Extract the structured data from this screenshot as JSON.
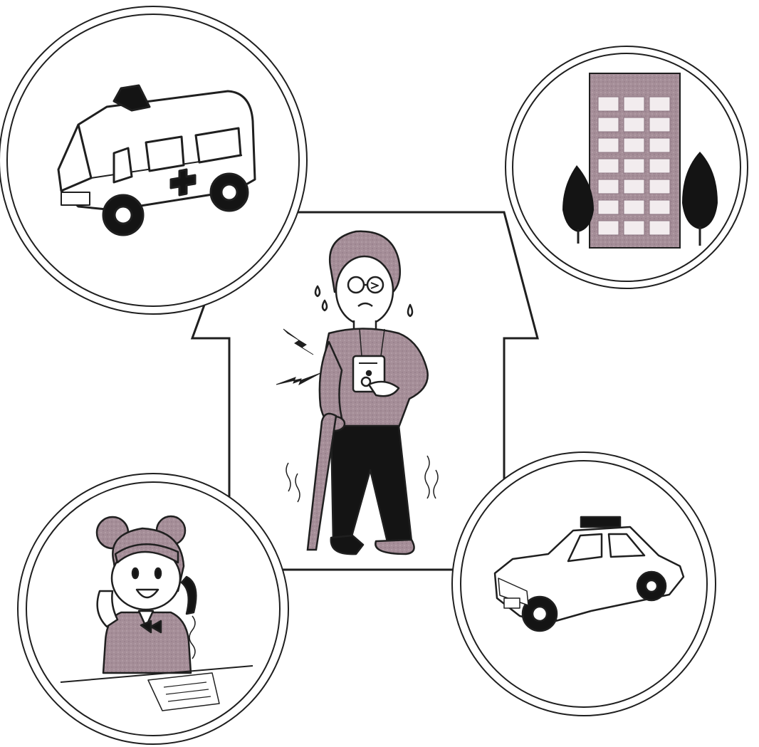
{
  "diagram": {
    "type": "emergency-alert-network-illustration",
    "center": {
      "subject": "elderly-man-pressing-pendant-alarm",
      "icons": [
        "house-outline-icon",
        "elderly-man-icon",
        "walking-cane-icon",
        "pendant-alarm-icon",
        "pain-lightning-icon"
      ]
    },
    "nodes": [
      {
        "id": "ambulance",
        "icon": "ambulance-icon"
      },
      {
        "id": "hospital",
        "icon": "hospital-building-icon"
      },
      {
        "id": "call-center",
        "icon": "call-center-operator-icon"
      },
      {
        "id": "police",
        "icon": "police-car-icon"
      }
    ],
    "colors": {
      "line": "#1f1f1f",
      "mauve": "#a58e98",
      "mauve_dark": "#8a7380",
      "black_fill": "#141414",
      "background": "#ffffff"
    }
  }
}
